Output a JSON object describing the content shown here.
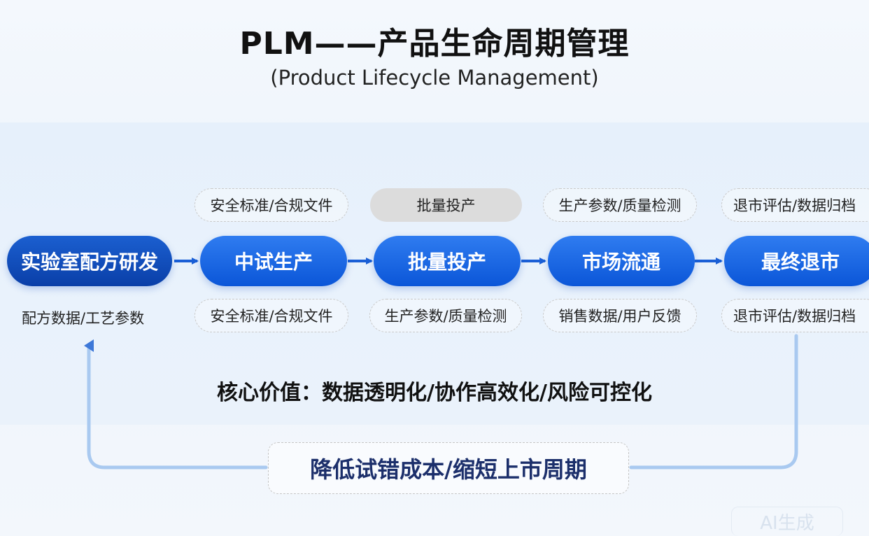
{
  "header": {
    "title": "PLM——产品生命周期管理",
    "subtitle": "(Product Lifecycle Management)"
  },
  "stages": [
    {
      "label": "实验室配方研发",
      "top_note": "",
      "bottom_note": "配方数据/工艺参数"
    },
    {
      "label": "中试生产",
      "top_note": "安全标准/合规文件",
      "bottom_note": "安全标准/合规文件"
    },
    {
      "label": "批量投产",
      "top_note": "批量投产",
      "bottom_note": "生产参数/质量检测"
    },
    {
      "label": "市场流通",
      "top_note": "生产参数/质量检测",
      "bottom_note": "销售数据/用户反馈"
    },
    {
      "label": "最终退市",
      "top_note": "退市评估/数据归档",
      "bottom_note": "退市评估/数据归档"
    }
  ],
  "core_value": "核心价值：数据透明化/协作高效化/风险可控化",
  "feedback_box": "降低试错成本/缩短上市周期",
  "watermark": "AI生成",
  "colors": {
    "stage_blue": "#1560dc",
    "stage_dark": "#0a3fa8",
    "arrow_blue": "#1a5fd6",
    "loop_line": "#9cc0ee",
    "feedback_text": "#1c2f6b"
  }
}
